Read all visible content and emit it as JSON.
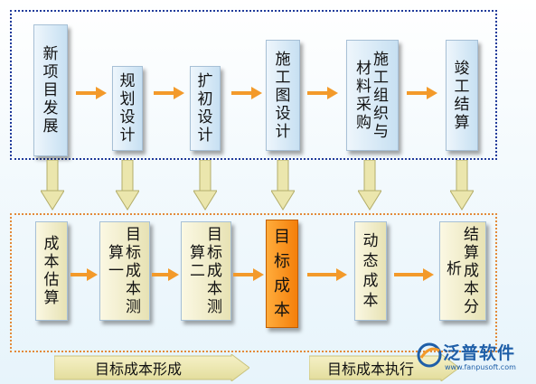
{
  "top_row": [
    {
      "id": "new-project",
      "lines": [
        "新",
        "项",
        "目",
        "发",
        "展"
      ]
    },
    {
      "id": "planning-design",
      "lines": [
        "规",
        "划",
        "设",
        "计"
      ]
    },
    {
      "id": "preliminary-design",
      "lines": [
        "扩",
        "初",
        "设",
        "计"
      ]
    },
    {
      "id": "construction-drawing",
      "lines": [
        "施",
        "工",
        "图",
        "设",
        "计"
      ]
    },
    {
      "id": "construction-org",
      "col_right": [
        "施",
        "工",
        "组",
        "织",
        "与"
      ],
      "col_left": [
        "材",
        "料",
        "采",
        "购"
      ]
    },
    {
      "id": "completion-settlement",
      "lines": [
        "竣",
        "工",
        "结",
        "算"
      ]
    }
  ],
  "bottom_row": [
    {
      "id": "cost-estimate",
      "lines": [
        "成",
        "本",
        "估",
        "算"
      ]
    },
    {
      "id": "target-cost-calc-1",
      "col_right": [
        "目",
        "标",
        "成",
        "本",
        "测"
      ],
      "col_left": [
        "算",
        "一"
      ]
    },
    {
      "id": "target-cost-calc-2",
      "col_right": [
        "目",
        "标",
        "成",
        "本",
        "测"
      ],
      "col_left": [
        "算",
        "二"
      ]
    },
    {
      "id": "target-cost",
      "lines": [
        "目",
        "标",
        "成",
        "本"
      ]
    },
    {
      "id": "dynamic-cost",
      "lines": [
        "动",
        "态",
        "成",
        "本"
      ]
    },
    {
      "id": "settlement-cost-analysis",
      "col_right": [
        "结",
        "算",
        "成",
        "本",
        "分"
      ],
      "col_left": [
        "析"
      ]
    }
  ],
  "bands": {
    "formation": "目标成本形成",
    "execution": "目标成本执行"
  },
  "logo": {
    "name": "泛普软件",
    "url": "www.fanpusoft.com"
  },
  "colors": {
    "top_frame": "#1f3a9a",
    "bottom_frame": "#e38a3a",
    "arrow_orange": "#f39a2a",
    "highlight": "#f47f0a",
    "down_arrow": "#e9e3a8"
  }
}
